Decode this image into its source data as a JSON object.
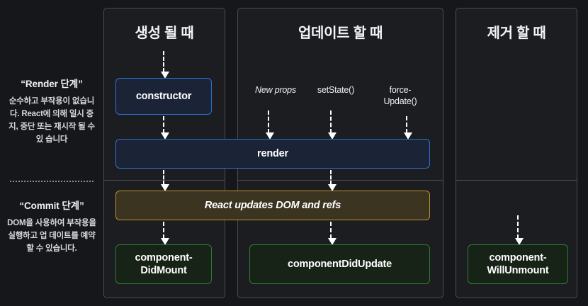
{
  "legend": {
    "render_phase": {
      "title": "“Render 단계”",
      "body": "순수하고 부작용이 없습니다. React에 의해 일시 중지, 중단 또는 재시작 될 수 있 습니다"
    },
    "commit_phase": {
      "title": "“Commit 단계”",
      "body": "DOM을 사용하여 부작용을 실행하고 업 데이트를 예약 할 수 있습니다."
    }
  },
  "columns": {
    "mounting": {
      "title": "생성 될 때"
    },
    "updating": {
      "title": "업데이트 할 때"
    },
    "unmounting": {
      "title": "제거 할 때"
    }
  },
  "triggers": {
    "new_props": "New props",
    "set_state": "setState()",
    "force_update": "force-\nUpdate()"
  },
  "nodes": {
    "constructor": "constructor",
    "render": "render",
    "react_updates": "React updates DOM and refs",
    "component_did_mount": "component-\nDidMount",
    "component_did_update": "componentDidUpdate",
    "component_will_unmount": "component-\nWillUnmount"
  },
  "colors": {
    "page_background": "#16171a",
    "column_background": "#1b1d21",
    "column_border": "#4a4c52",
    "render_node_fill": "#1b2436",
    "render_node_border": "#2f6fd0",
    "commit_node_fill": "#3a3420",
    "commit_node_border": "#c09030",
    "lifecycle_node_fill": "#182318",
    "lifecycle_node_border": "#2f7a33",
    "arrow": "#ffffff",
    "text": "#ffffff"
  }
}
